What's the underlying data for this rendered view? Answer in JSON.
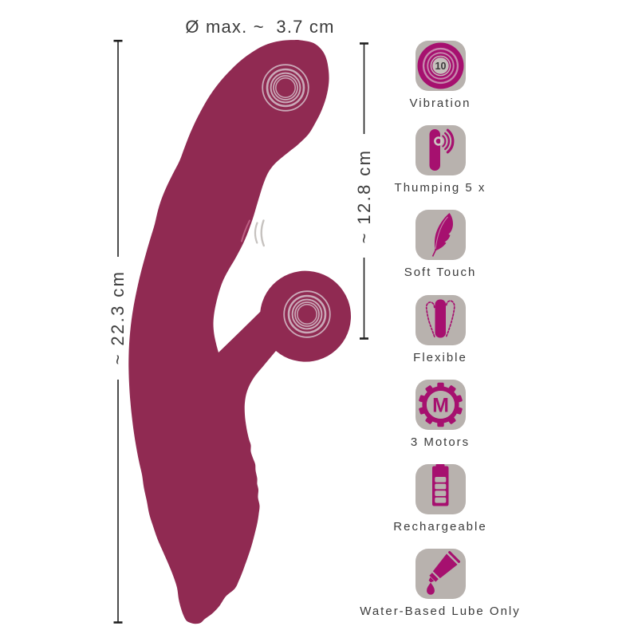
{
  "page": {
    "background": "#ffffff"
  },
  "colors": {
    "product": "#902a52",
    "icon_magenta": "#a6106f",
    "icon_pink": "#c788ad",
    "icon_bg": "#b8b2ae",
    "icon_center_gray": "#c6c0bc",
    "icon_ring_gray": "#cdc7c3",
    "spiral": "#d5bfca",
    "dim_line": "#1f1f1f",
    "text": "#3b3b3b",
    "wave_gray": "#c6c2bf",
    "wave_pink": "#c4688c"
  },
  "dimensions": {
    "diameter": {
      "label": "Ø max. ~  3.7 cm"
    },
    "total_length": {
      "label": "~ 22.3 cm"
    },
    "insertable_length": {
      "label": "~ 12.8 cm"
    }
  },
  "features": [
    {
      "label": "Vibration",
      "icon": "vibration-rings-icon",
      "badge": "10"
    },
    {
      "label": "Thumping 5 x",
      "icon": "thumping-bullet-icon"
    },
    {
      "label": "Soft Touch",
      "icon": "feather-icon"
    },
    {
      "label": "Flexible",
      "icon": "flexible-bullet-icon"
    },
    {
      "label": "3 Motors",
      "icon": "motor-gear-icon",
      "badge": "M"
    },
    {
      "label": "Rechargeable",
      "icon": "battery-icon"
    },
    {
      "label": "Water-Based Lube Only",
      "icon": "lube-tube-icon"
    }
  ]
}
